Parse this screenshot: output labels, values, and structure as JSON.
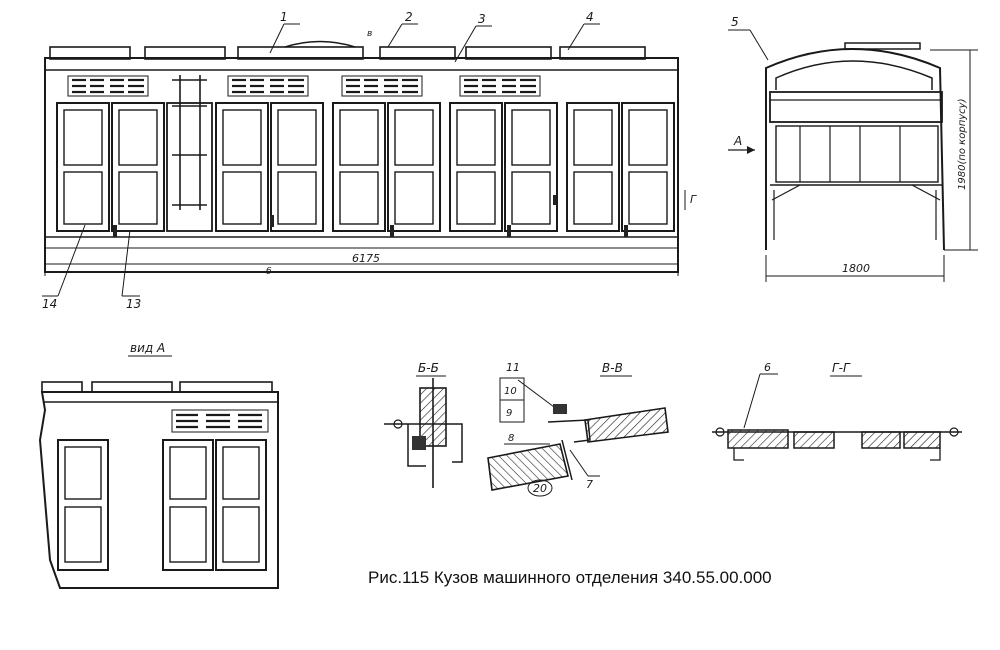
{
  "figure": {
    "caption": "Рис.115 Кузов машинного отделения 340.55.00.000"
  },
  "front_view": {
    "dimension_length": "6175",
    "section_marks": {
      "b_top": "в",
      "b_bottom": "б",
      "g": "Г"
    },
    "callouts": [
      "1",
      "2",
      "3",
      "4",
      "14",
      "13"
    ]
  },
  "side_view": {
    "callout": "5",
    "view_arrow": "А",
    "dimension_width": "1800",
    "dimension_height": "1980(по корпусу)"
  },
  "view_a": {
    "title": "вид А"
  },
  "section_bb": {
    "title": "Б-Б"
  },
  "section_vv": {
    "title": "В-В",
    "callouts": [
      "11",
      "10",
      "9",
      "8",
      "7",
      "20"
    ]
  },
  "section_gg": {
    "title": "Г-Г",
    "callout": "6"
  }
}
